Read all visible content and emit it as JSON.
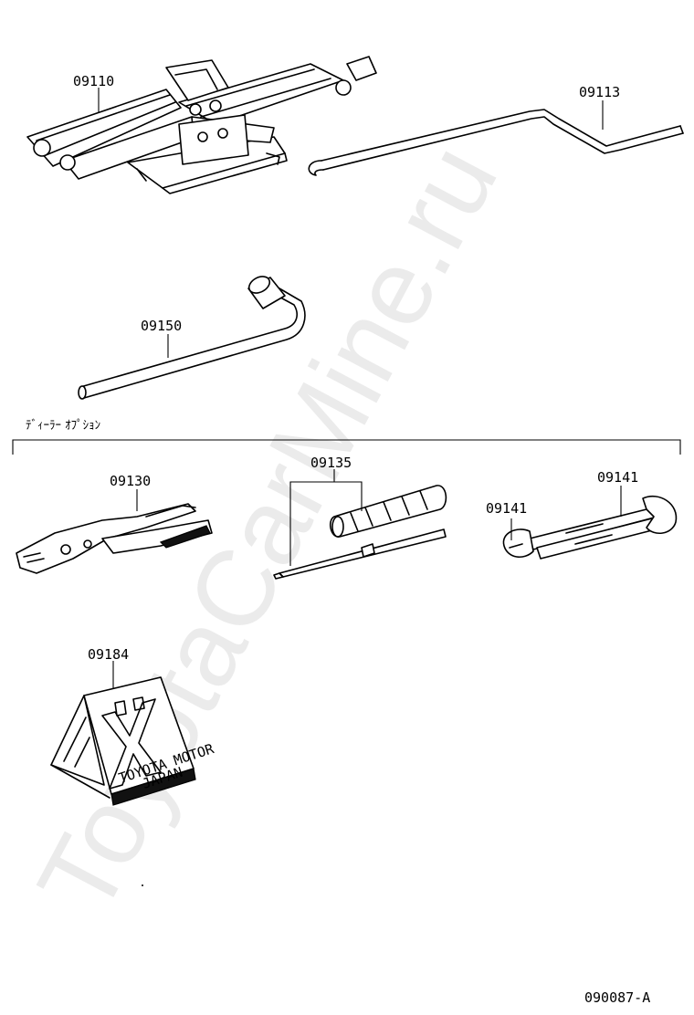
{
  "watermark": "ToyotaCarMine.ru",
  "section": {
    "label": "ﾃﾞｨｰﾗｰ ｵﾌﾟｼｮﾝ"
  },
  "diagram_code": "090087-A",
  "parts": {
    "jack": "09110",
    "jack_handle": "09113",
    "wheel_wrench": "09150",
    "pliers": "09130",
    "screwdriver": "09135",
    "wrench_a": "09141",
    "wrench_b": "09141",
    "wheel_chock": "09184"
  },
  "chock_text": {
    "brand": "TOYOTA MOTOR",
    "origin": "JAPAN"
  }
}
